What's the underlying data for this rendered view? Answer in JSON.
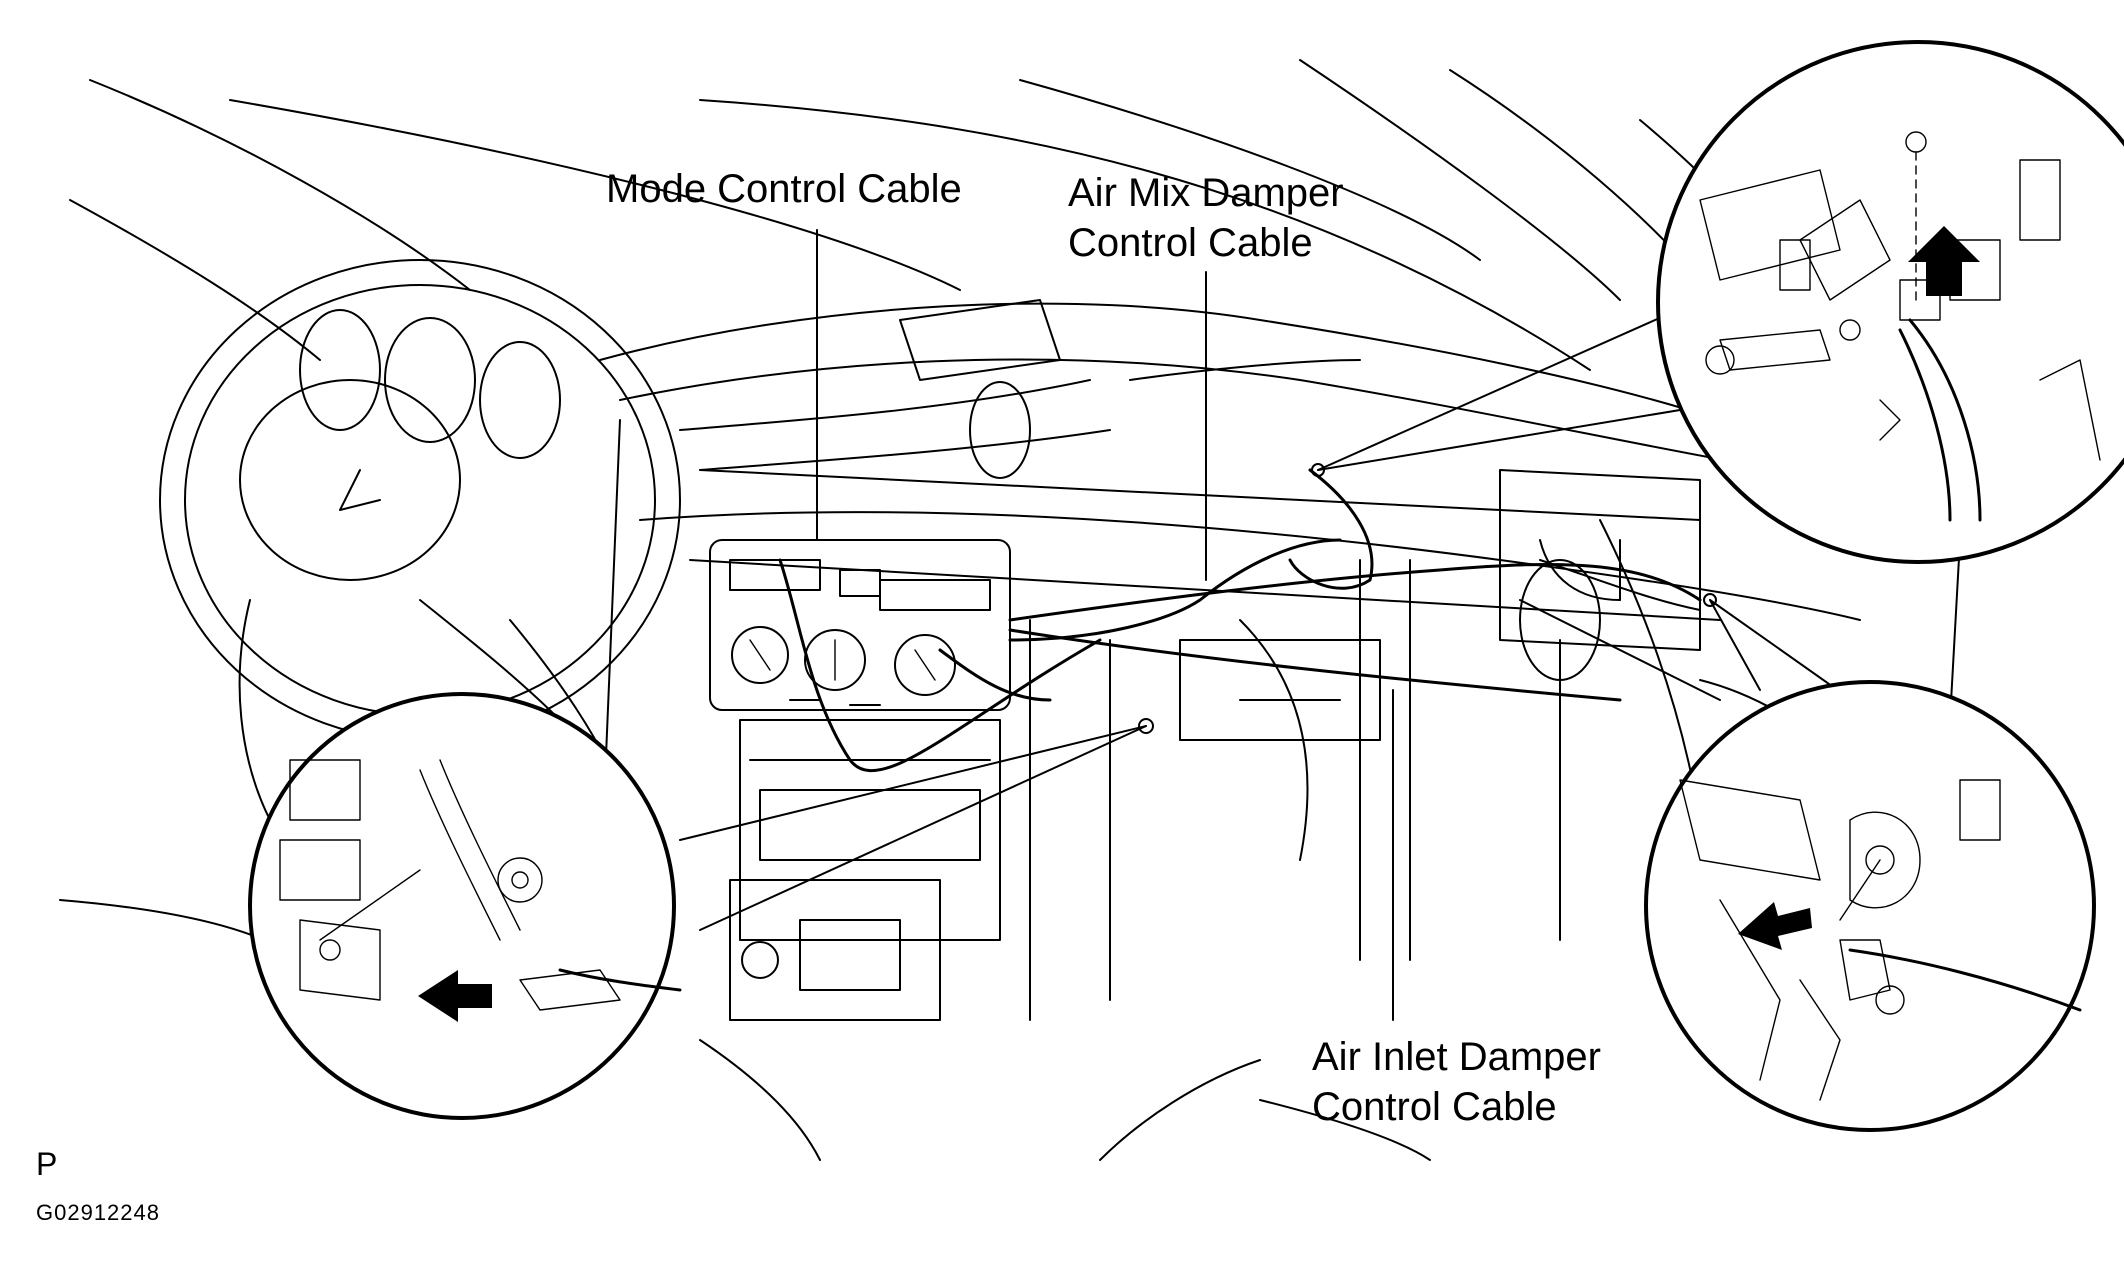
{
  "labels": {
    "mode_control_cable": "Mode Control Cable",
    "air_mix_line1": "Air Mix Damper",
    "air_mix_line2": "Control Cable",
    "air_inlet_line1": "Air Inlet Damper",
    "air_inlet_line2": "Control Cable",
    "view_code": "P",
    "figure_id": "G02912248"
  },
  "colors": {
    "line": "#000000",
    "background": "#ffffff"
  }
}
